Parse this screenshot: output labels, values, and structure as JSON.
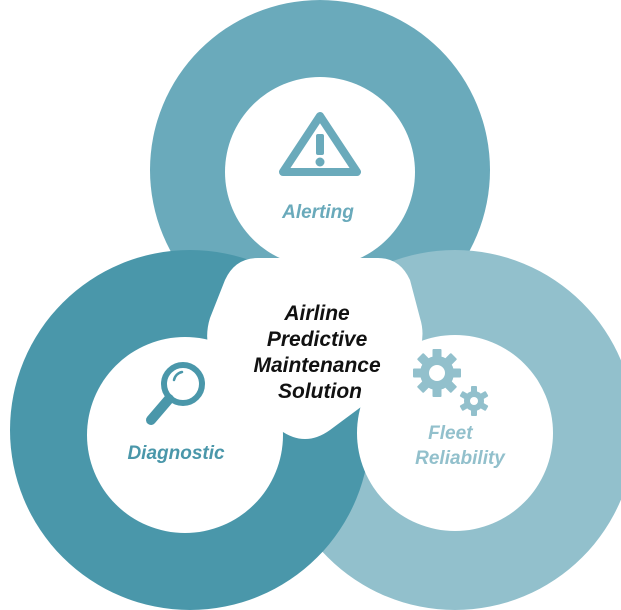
{
  "center": {
    "lines": [
      "Airline",
      "Predictive",
      "Maintenance",
      "Solution"
    ]
  },
  "rings": [
    {
      "id": "alerting",
      "label_lines": [
        "Alerting"
      ],
      "icon": "warning-triangle-icon",
      "color": "#6aaabb",
      "text_color": "#6aaabb"
    },
    {
      "id": "diagnostic",
      "label_lines": [
        "Diagnostic"
      ],
      "icon": "magnifier-icon",
      "color": "#4a97aa",
      "text_color": "#4a97aa"
    },
    {
      "id": "fleet-reliability",
      "label_lines": [
        "Fleet",
        "Reliability"
      ],
      "icon": "gears-icon",
      "color": "#92c0cc",
      "text_color": "#92c0cc"
    }
  ]
}
